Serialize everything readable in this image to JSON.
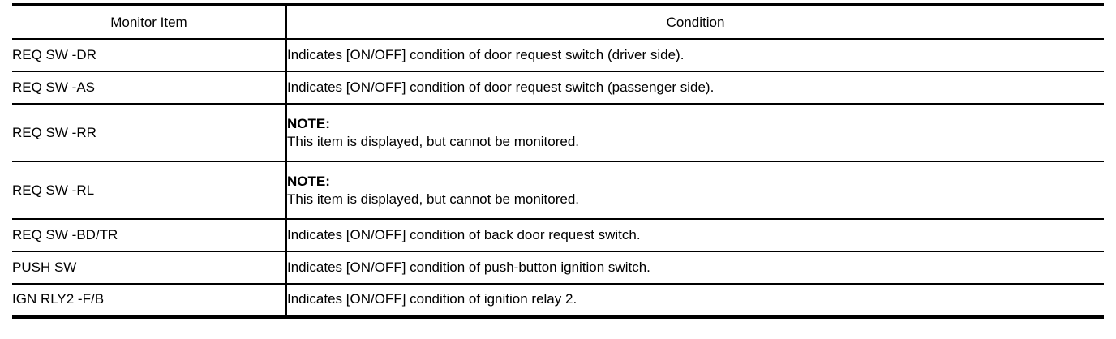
{
  "table": {
    "headers": {
      "monitor_item": "Monitor Item",
      "condition": "Condition"
    },
    "rows": [
      {
        "item": "REQ SW -DR",
        "note": false,
        "condition": "Indicates [ON/OFF] condition of door request switch (driver side)."
      },
      {
        "item": "REQ SW -AS",
        "note": false,
        "condition": "Indicates [ON/OFF] condition of door request switch (passenger side)."
      },
      {
        "item": "REQ SW -RR",
        "note": true,
        "note_label": "NOTE:",
        "condition": "This item is displayed, but cannot be monitored."
      },
      {
        "item": "REQ SW -RL",
        "note": true,
        "note_label": "NOTE:",
        "condition": "This item is displayed, but cannot be monitored."
      },
      {
        "item": "REQ SW -BD/TR",
        "note": false,
        "condition": "Indicates [ON/OFF] condition of back door request switch."
      },
      {
        "item": "PUSH SW",
        "note": false,
        "condition": "Indicates [ON/OFF] condition of push-button ignition switch."
      },
      {
        "item": "IGN RLY2 -F/B",
        "note": false,
        "condition": "Indicates [ON/OFF] condition of ignition relay 2."
      }
    ]
  },
  "colors": {
    "border": "#000000",
    "text": "#000000",
    "background": "#ffffff"
  }
}
